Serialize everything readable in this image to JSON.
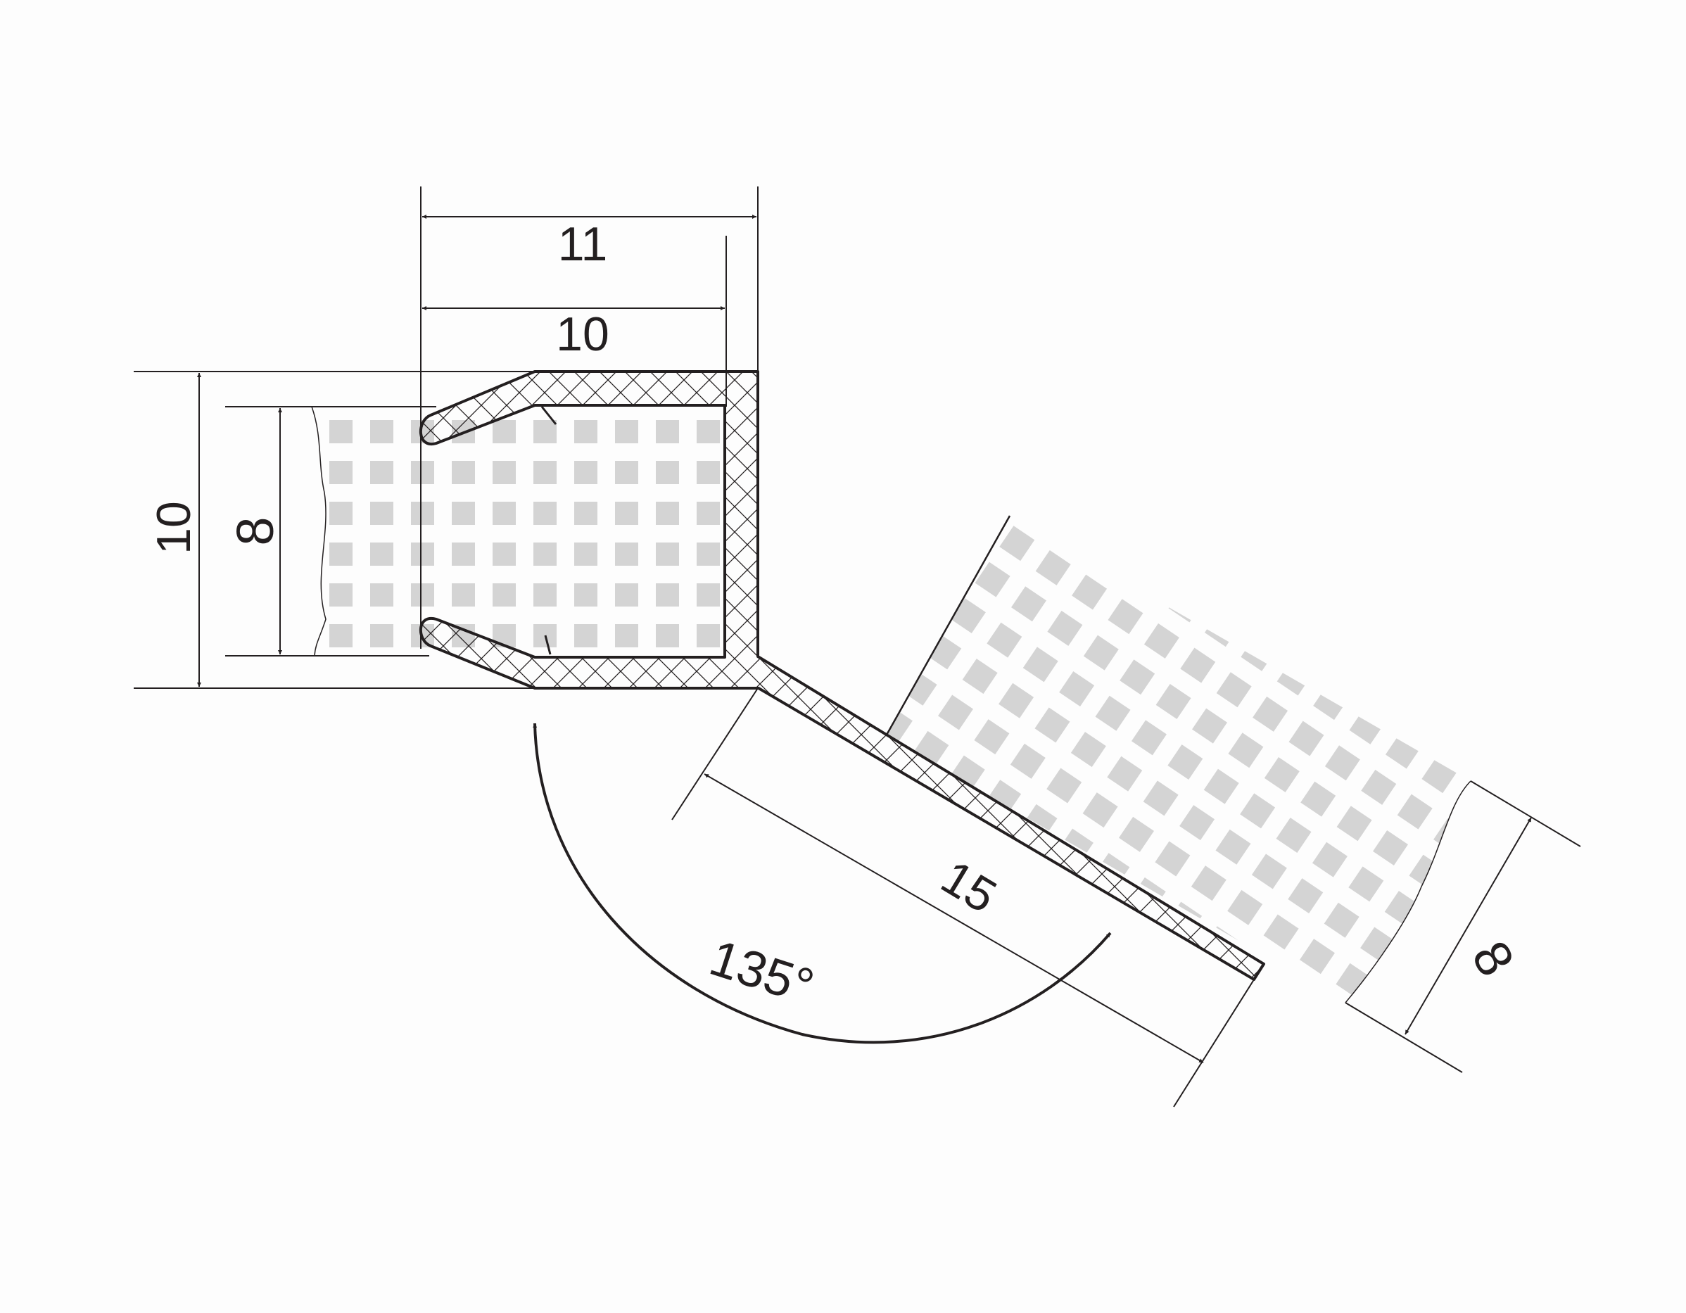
{
  "dimensions": {
    "top_outer_width": "11",
    "top_inner_width": "10",
    "left_outer_height": "10",
    "left_inner_height": "8",
    "slanted_length": "15",
    "right_thickness": "8"
  },
  "angle": {
    "label": "135°"
  },
  "colors": {
    "line": "#231f20",
    "fill_square": "#d4d4d4",
    "background": "#fdfdfd"
  }
}
